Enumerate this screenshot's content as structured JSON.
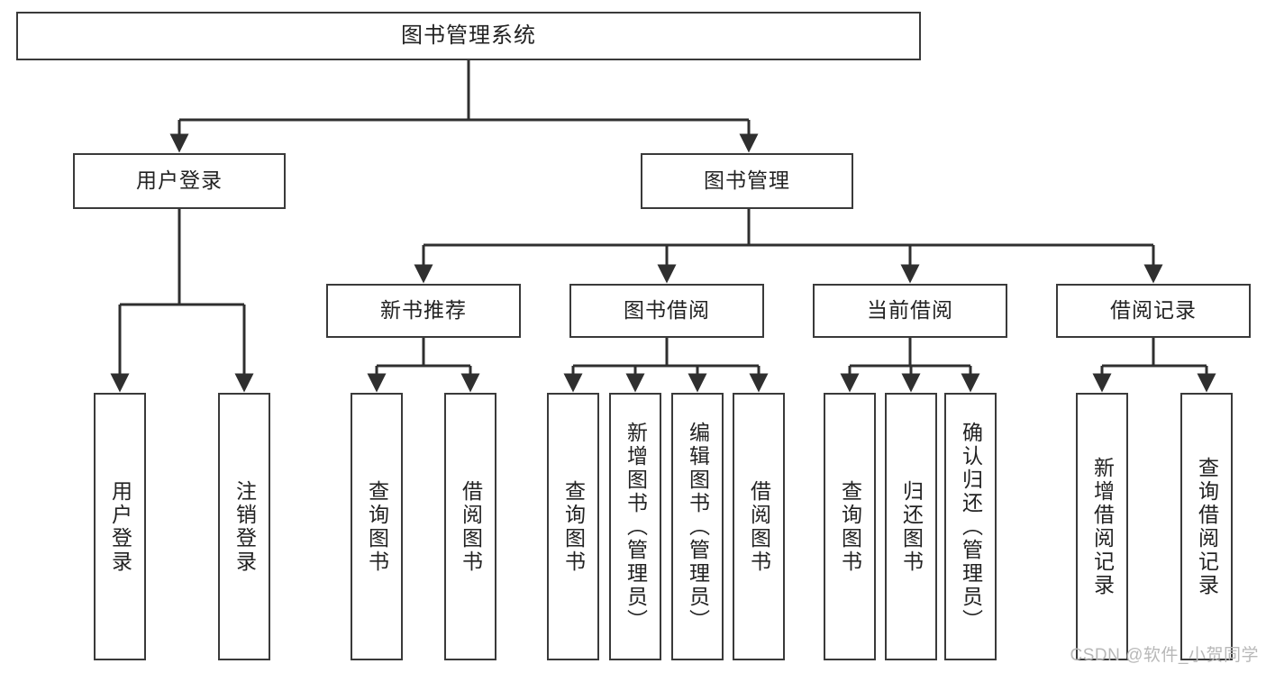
{
  "diagram": {
    "type": "tree-hierarchy",
    "title": "图书管理系统",
    "watermark": "CSDN @软件_小贺同学",
    "colors": {
      "box_border": "#3a3a3a",
      "box_fill": "#ffffff",
      "edge": "#2f2f2f",
      "text": "#222222",
      "watermark": "#b8b8b8"
    },
    "nodes": {
      "root": {
        "label": "图书管理系统"
      },
      "level2": [
        {
          "label": "用户登录"
        },
        {
          "label": "图书管理"
        }
      ],
      "level3": [
        {
          "label": "新书推荐"
        },
        {
          "label": "图书借阅"
        },
        {
          "label": "当前借阅"
        },
        {
          "label": "借阅记录"
        }
      ],
      "leaves": {
        "user_login": [
          {
            "label": "用户登录"
          },
          {
            "label": "注销登录"
          }
        ],
        "new_book_recommend": [
          {
            "label": "查询图书"
          },
          {
            "label": "借阅图书"
          }
        ],
        "book_borrow": [
          {
            "label": "查询图书"
          },
          {
            "label": "新增图书（管理员）"
          },
          {
            "label": "编辑图书（管理员）"
          },
          {
            "label": "借阅图书"
          }
        ],
        "current_borrow": [
          {
            "label": "查询图书"
          },
          {
            "label": "归还图书"
          },
          {
            "label": "确认归还（管理员）"
          }
        ],
        "borrow_record": [
          {
            "label": "新增借阅记录"
          },
          {
            "label": "查询借阅记录"
          }
        ]
      }
    }
  }
}
